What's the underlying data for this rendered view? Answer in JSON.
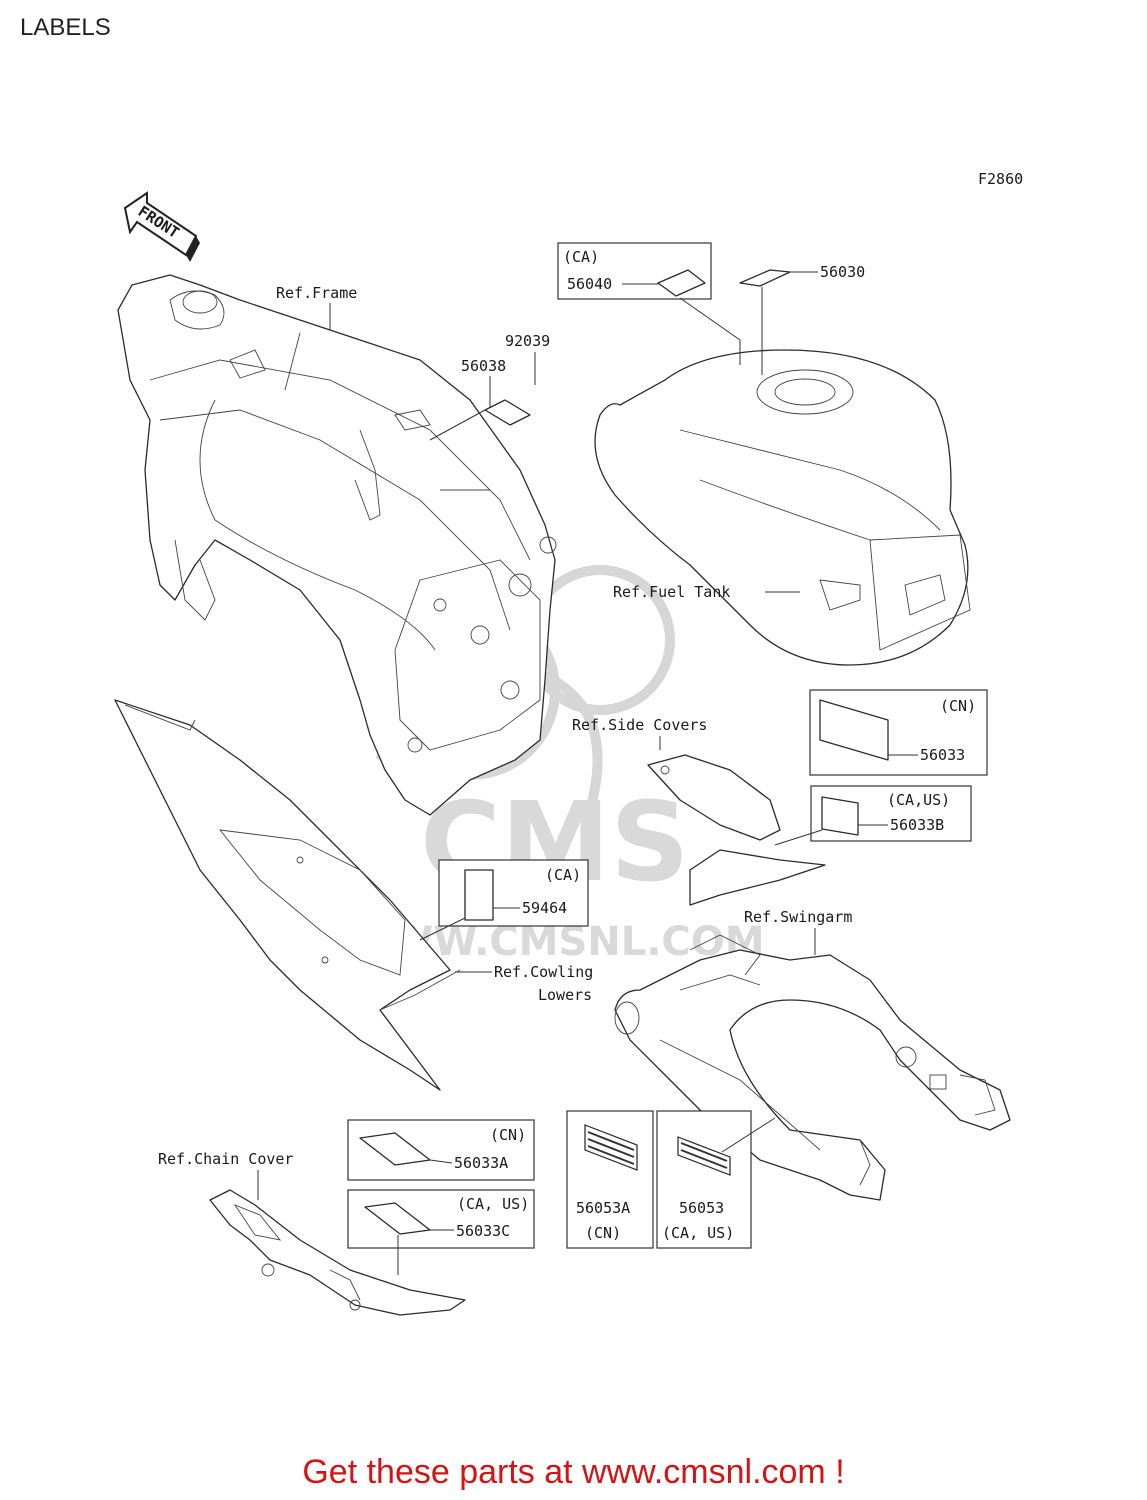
{
  "title": "LABELS",
  "figure_code": "F2860",
  "direction_arrow": "FRONT",
  "watermark": {
    "brand": "CMS",
    "url": "WWW.CMSNL.COM"
  },
  "references": {
    "frame": "Ref.Frame",
    "fuel_tank": "Ref.Fuel Tank",
    "side_covers": "Ref.Side Covers",
    "swingarm": "Ref.Swingarm",
    "cowling_lowers_1": "Ref.Cowling",
    "cowling_lowers_2": "Lowers",
    "chain_cover": "Ref.Chain Cover"
  },
  "parts": {
    "p92039": "92039",
    "p56038": "56038",
    "p56030": "56030",
    "p56040": "56040",
    "p56033": "56033",
    "p56033B": "56033B",
    "p59464": "59464",
    "p56033A": "56033A",
    "p56033C": "56033C",
    "p56053A": "56053A",
    "p56053": "56053"
  },
  "regions": {
    "ca": "(CA)",
    "cn": "(CN)",
    "ca_us": "(CA,US)",
    "ca_us_spaced": "(CA, US)"
  },
  "footer": "Get these parts at www.cmsnl.com !"
}
